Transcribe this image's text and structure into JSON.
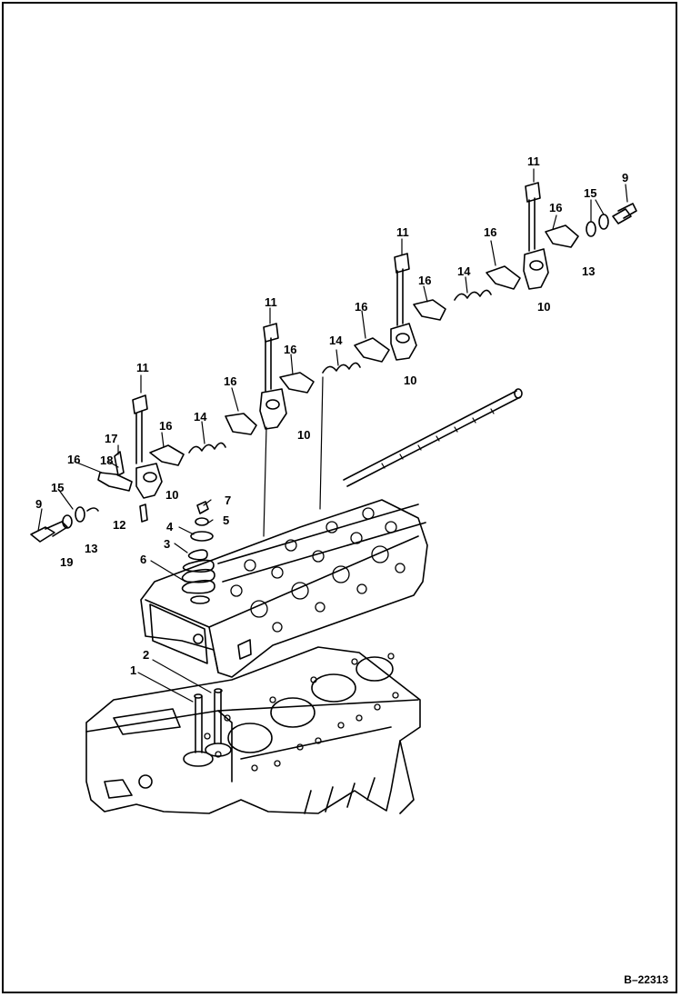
{
  "figure_id": "B–22313",
  "callouts": {
    "c11a": "11",
    "c11b": "11",
    "c11c": "11",
    "c11d": "11",
    "c16a": "16",
    "c16b": "16",
    "c16c": "16",
    "c16d": "16",
    "c16e": "16",
    "c16f": "16",
    "c16g": "16",
    "c16h": "16",
    "c14a": "14",
    "c14b": "14",
    "c14c": "14",
    "c10a": "10",
    "c10b": "10",
    "c10c": "10",
    "c10d": "10",
    "c15a": "15",
    "c15b": "15",
    "c9a": "9",
    "c9b": "9",
    "c13a": "13",
    "c13b": "13",
    "c17": "17",
    "c18": "18",
    "c12": "12",
    "c19": "19",
    "c7": "7",
    "c5": "5",
    "c4": "4",
    "c3": "3",
    "c6": "6",
    "c2": "2",
    "c1": "1"
  }
}
